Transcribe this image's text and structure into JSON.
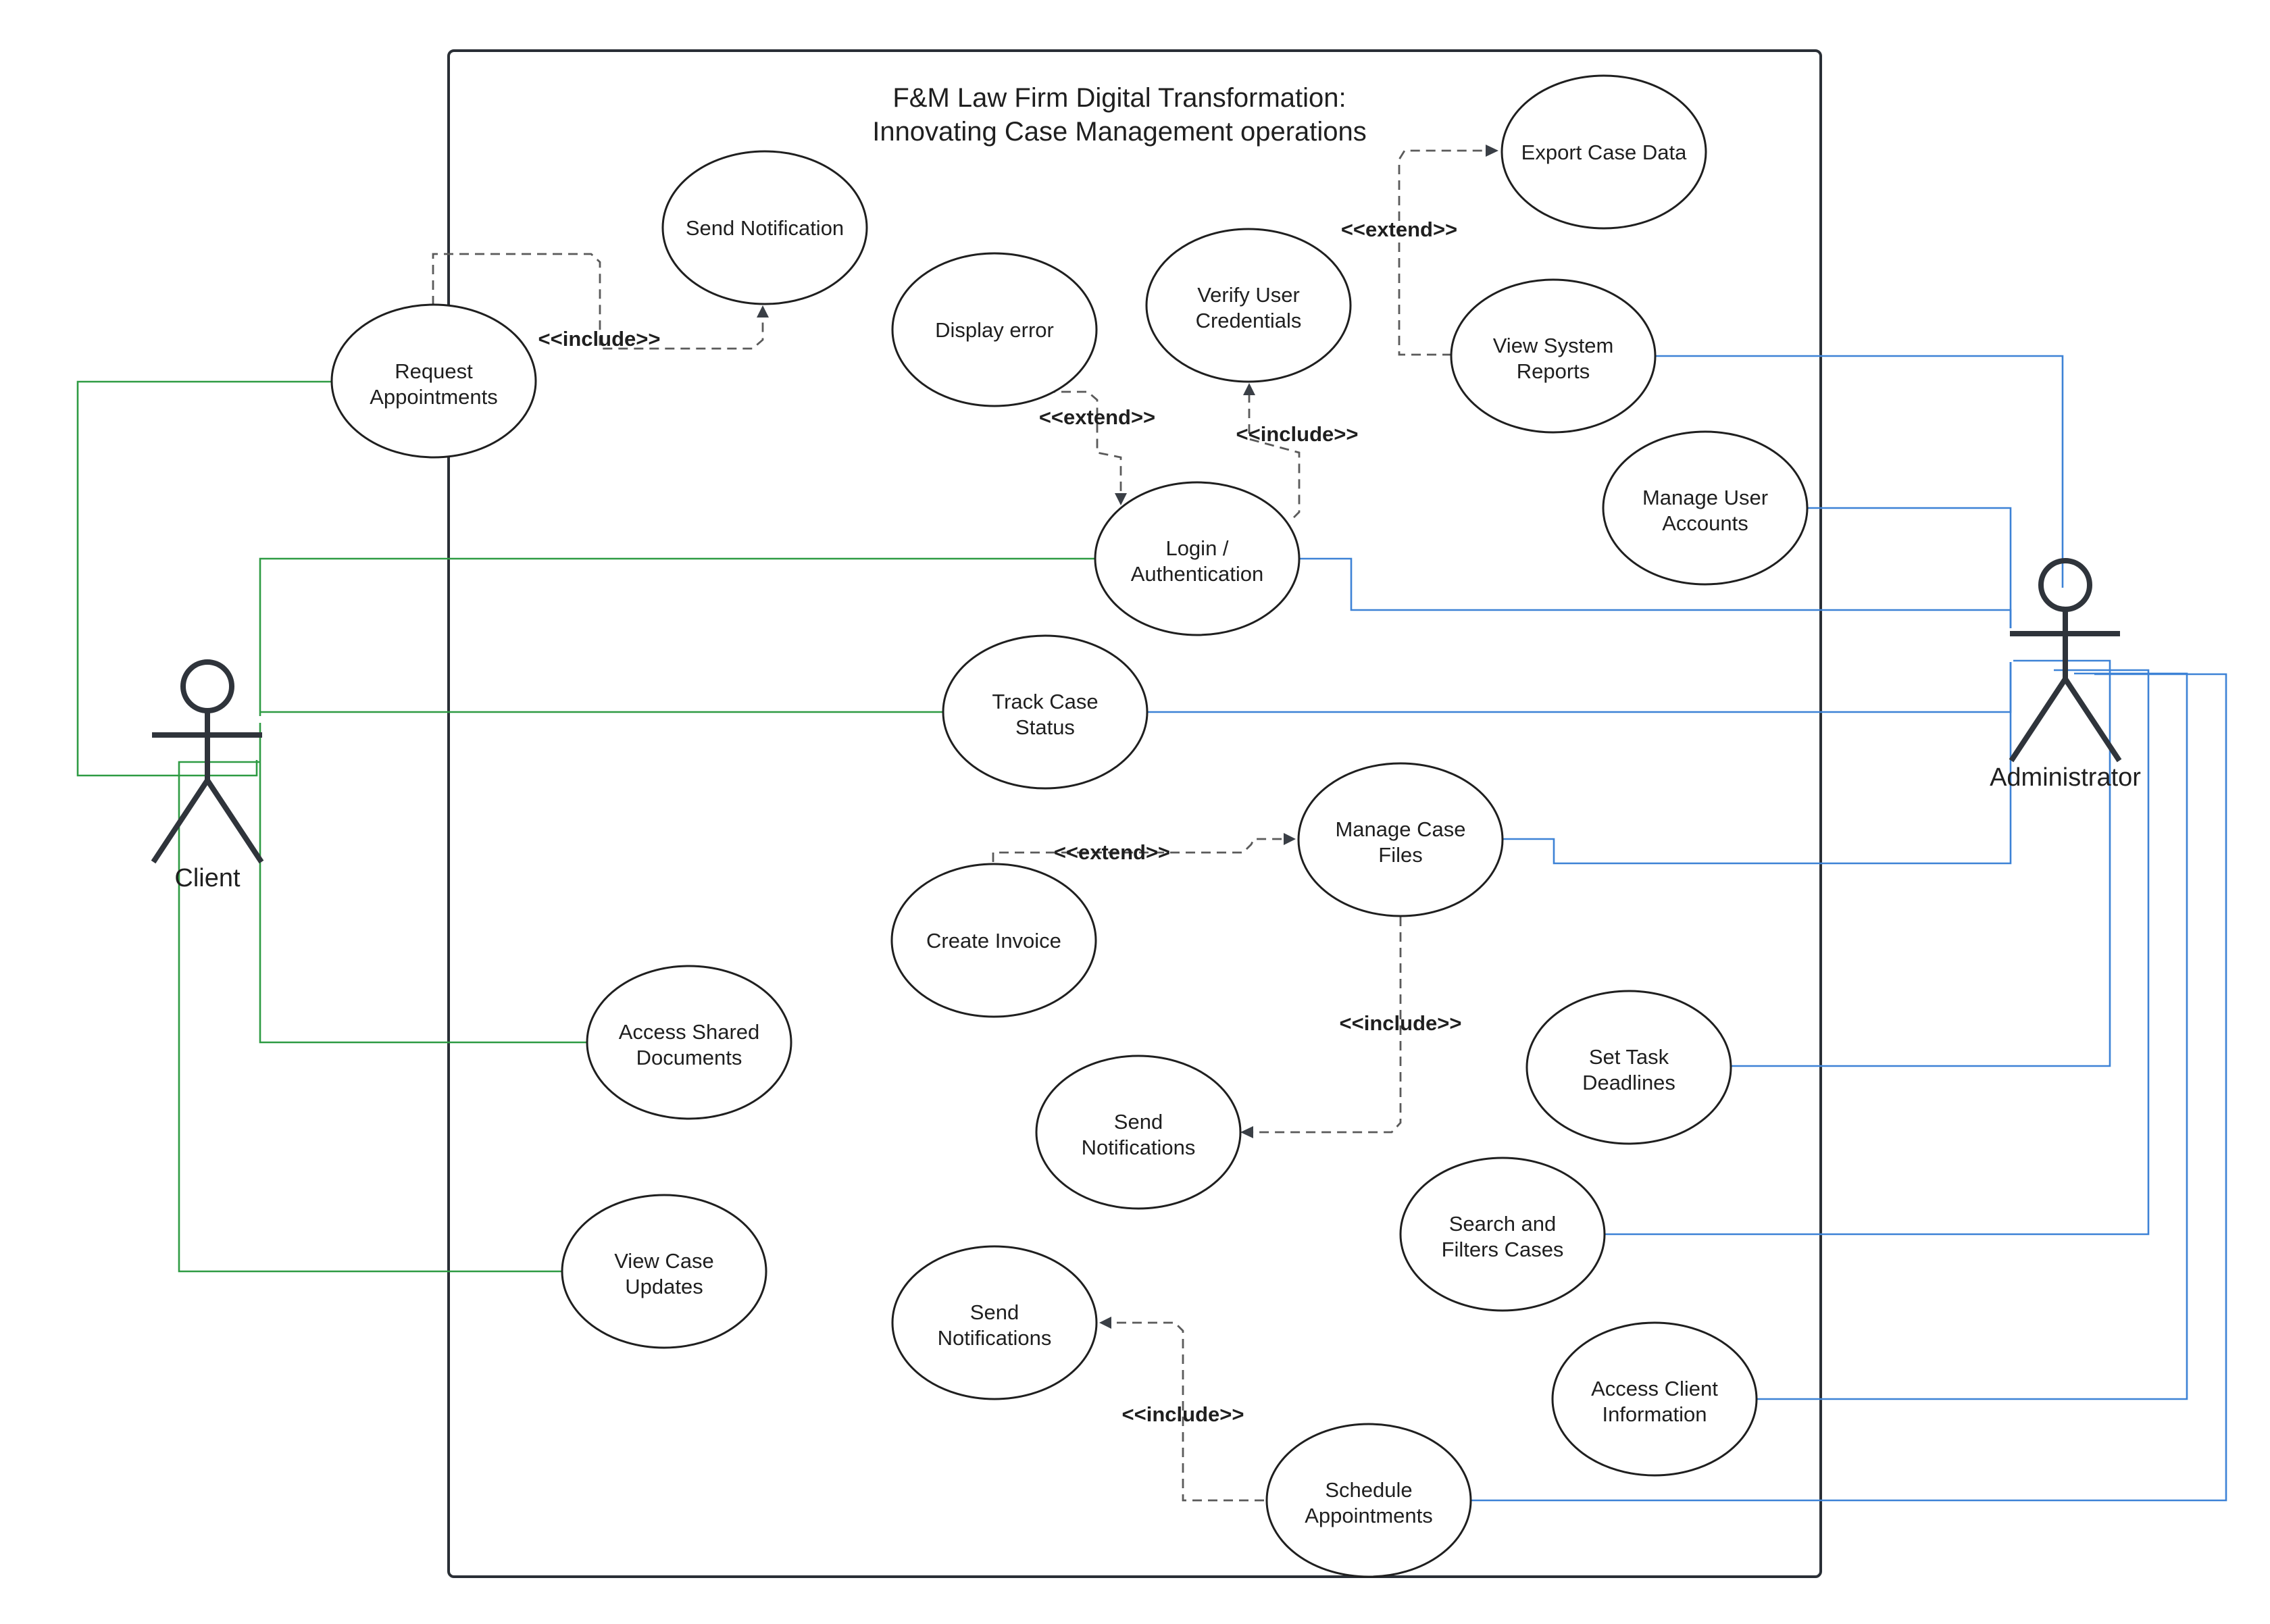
{
  "diagram": {
    "title_line1": "F&M Law Firm Digital Transformation:",
    "title_line2": "Innovating Case Management operations"
  },
  "actors": {
    "client": "Client",
    "administrator": "Administrator"
  },
  "use_cases": {
    "send_notification": "Send Notification",
    "request_appointments": [
      "Request",
      "Appointments"
    ],
    "display_error": "Display error",
    "verify_credentials": [
      "Verify User",
      "Credentials"
    ],
    "export_case_data": "Export Case Data",
    "view_system_reports": [
      "View System",
      "Reports"
    ],
    "manage_user_accounts": [
      "Manage User",
      "Accounts"
    ],
    "login": [
      "Login /",
      "Authentication"
    ],
    "track_case_status": [
      "Track Case",
      "Status"
    ],
    "manage_case_files": [
      "Manage Case",
      "Files"
    ],
    "create_invoice": "Create Invoice",
    "access_shared_documents": [
      "Access Shared",
      "Documents"
    ],
    "set_task_deadlines": [
      "Set Task",
      "Deadlines"
    ],
    "send_notifications_1": [
      "Send",
      "Notifications"
    ],
    "search_filter_cases": [
      "Search and",
      "Filters Cases"
    ],
    "view_case_updates": [
      "View Case",
      "Updates"
    ],
    "send_notifications_2": [
      "Send",
      "Notifications"
    ],
    "access_client_info": [
      "Access Client",
      "Information"
    ],
    "schedule_appointments": [
      "Schedule",
      "Appointments"
    ]
  },
  "relationships": {
    "include_request_notification": "<<include>>",
    "extend_reports_export": "<<extend>>",
    "extend_error_login": "<<extend>>",
    "include_login_verify": "<<include>>",
    "extend_invoice_casefiles": "<<extend>>",
    "include_casefiles_notifications": "<<include>>",
    "include_schedule_notifications": "<<include>>"
  },
  "colors": {
    "client_links": "#2e9b43",
    "admin_links": "#3d82d6",
    "dependency": "#5a5a5a"
  }
}
